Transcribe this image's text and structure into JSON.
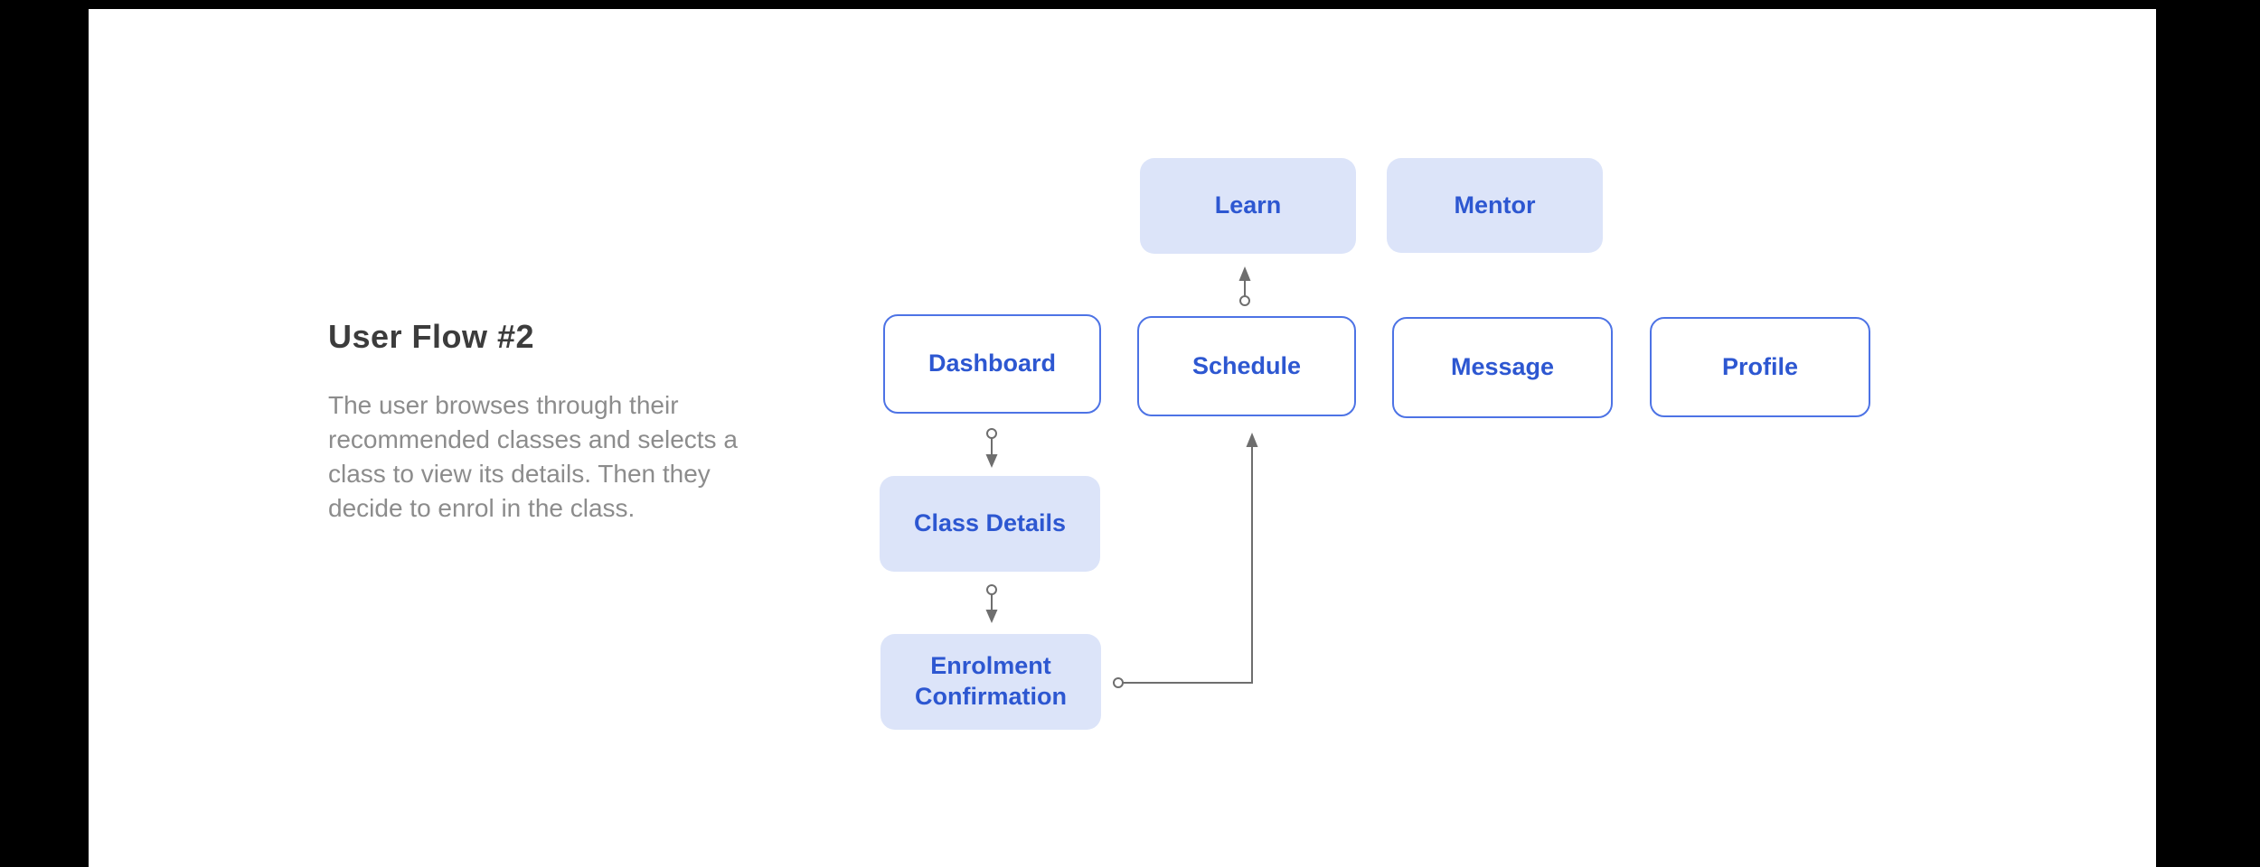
{
  "annotation": {
    "title": "User Flow #2",
    "description": "The user browses through their recommended classes and selects a class to view its details. Then they decide to enrol in the class."
  },
  "flow": {
    "nodes": [
      {
        "id": "learn",
        "label": "Learn",
        "type": "filled"
      },
      {
        "id": "mentor",
        "label": "Mentor",
        "type": "filled"
      },
      {
        "id": "dashboard",
        "label": "Dashboard",
        "type": "outlined"
      },
      {
        "id": "schedule",
        "label": "Schedule",
        "type": "outlined"
      },
      {
        "id": "message",
        "label": "Message",
        "type": "outlined"
      },
      {
        "id": "profile",
        "label": "Profile",
        "type": "outlined"
      },
      {
        "id": "class-details",
        "label": "Class Details",
        "type": "filled"
      },
      {
        "id": "enrolment-confirmation",
        "label": "Enrolment Confirmation",
        "type": "filled"
      }
    ],
    "edges": [
      {
        "from": "schedule",
        "to": "learn"
      },
      {
        "from": "dashboard",
        "to": "class-details"
      },
      {
        "from": "class-details",
        "to": "enrolment-confirmation"
      },
      {
        "from": "enrolment-confirmation",
        "to": "schedule"
      }
    ]
  },
  "colors": {
    "frame": "#000000",
    "canvas": "#ffffff",
    "node_fill": "#dce4f9",
    "node_border": "#4d73e5",
    "node_text": "#2d57d1",
    "connector": "#6e6e6e",
    "title_text": "#3c3c3c",
    "body_text": "#8c8c8c"
  }
}
